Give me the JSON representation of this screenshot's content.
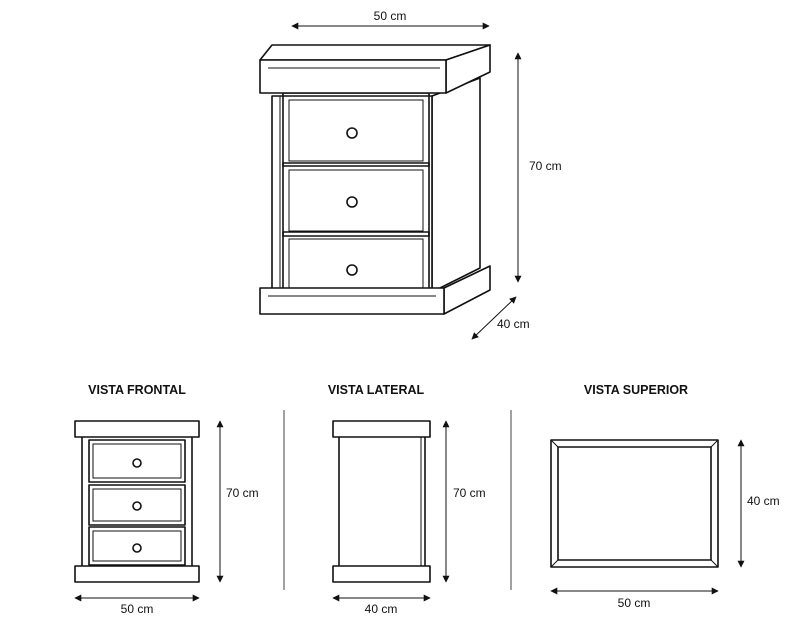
{
  "iso": {
    "width_label": "50 cm",
    "height_label": "70 cm",
    "depth_label": "40 cm"
  },
  "front_view": {
    "title": "VISTA FRONTAL",
    "height_label": "70 cm",
    "width_label": "50 cm"
  },
  "side_view": {
    "title": "VISTA LATERAL",
    "height_label": "70 cm",
    "depth_label": "40 cm"
  },
  "top_view": {
    "title": "VISTA SUPERIOR",
    "depth_label": "40 cm",
    "width_label": "50 cm"
  }
}
